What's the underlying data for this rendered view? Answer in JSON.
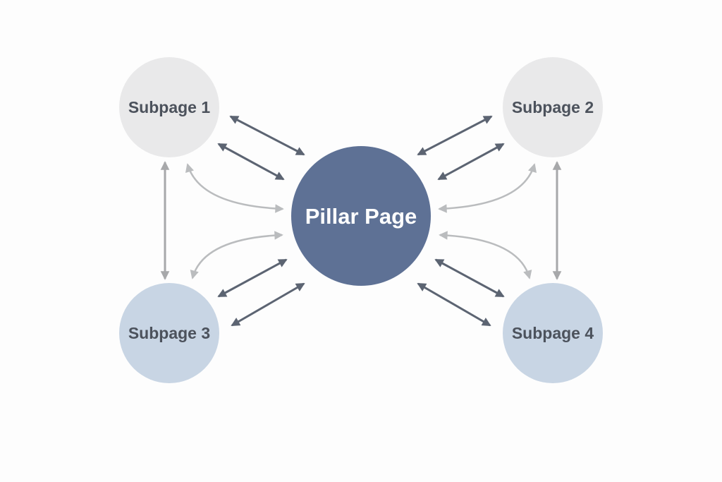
{
  "diagram": {
    "nodes": {
      "pillar": {
        "label": "Pillar Page"
      },
      "subpage1": {
        "label": "Subpage 1"
      },
      "subpage2": {
        "label": "Subpage 2"
      },
      "subpage3": {
        "label": "Subpage 3"
      },
      "subpage4": {
        "label": "Subpage 4"
      }
    },
    "colors": {
      "background": "#fdfdfd",
      "pillar_fill": "#5e7195",
      "pillar_text": "#ffffff",
      "subpage_gray_fill": "#e9e9ea",
      "subpage_blue_fill": "#c8d5e4",
      "subpage_text": "#4c525c",
      "arrow_dark": "#5c6472",
      "arrow_medium": "#a7a8aa",
      "arrow_light": "#babcbe"
    }
  }
}
